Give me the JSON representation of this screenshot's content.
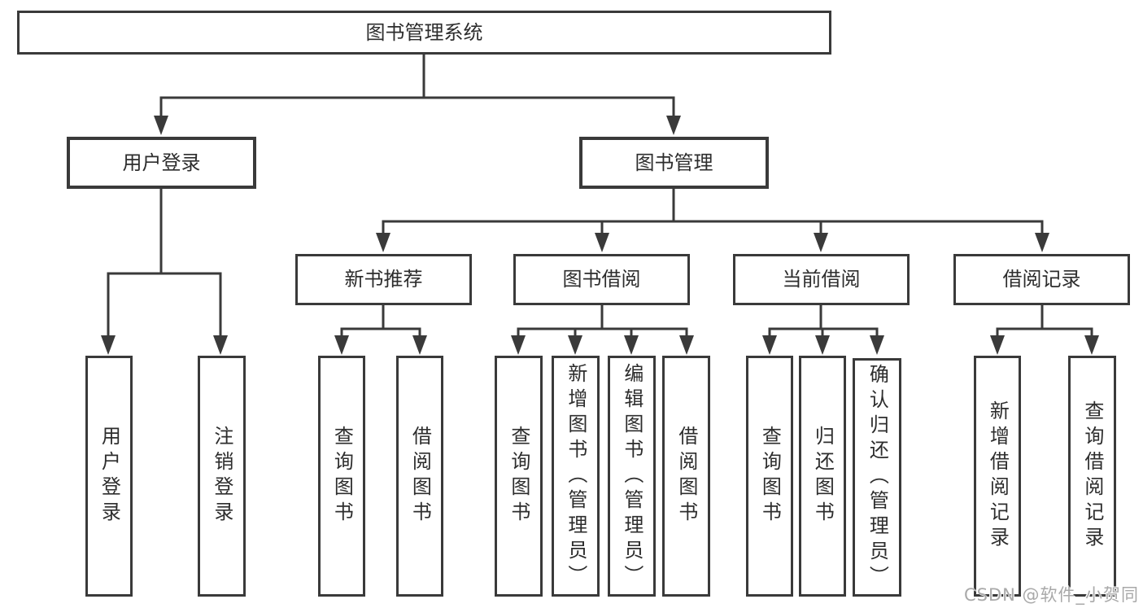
{
  "diagram": {
    "watermark": "CSDN @软件_小贺同学",
    "colors": {
      "line": "#3a3a3a",
      "text": "#2d2d2d",
      "box_background": "#ffffff",
      "watermark": "#a9a9a9"
    },
    "nodes": {
      "root": {
        "label": "图书管理系统"
      },
      "user_login_module": {
        "label": "用户登录"
      },
      "book_management": {
        "label": "图书管理"
      },
      "login": {
        "label": "用户登录"
      },
      "logout": {
        "label": "注销登录"
      },
      "new_book_recommend": {
        "label": "新书推荐"
      },
      "book_borrowing": {
        "label": "图书借阅"
      },
      "current_borrowing": {
        "label": "当前借阅"
      },
      "borrowing_records": {
        "label": "借阅记录"
      },
      "nbr_query_books": {
        "label": "查询图书"
      },
      "nbr_borrow_books": {
        "label": "借阅图书"
      },
      "bb_query_books": {
        "label": "查询图书"
      },
      "bb_add_books": {
        "label": "新增图书（管理员）"
      },
      "bb_edit_books": {
        "label": "编辑图书（管理员）"
      },
      "bb_borrow_books": {
        "label": "借阅图书"
      },
      "cb_query_books": {
        "label": "查询图书"
      },
      "cb_return_books": {
        "label": "归还图书"
      },
      "cb_confirm_return": {
        "label": "确认归还（管理员）"
      },
      "br_add_record": {
        "label": "新增借阅记录"
      },
      "br_query_record": {
        "label": "查询借阅记录"
      }
    }
  }
}
